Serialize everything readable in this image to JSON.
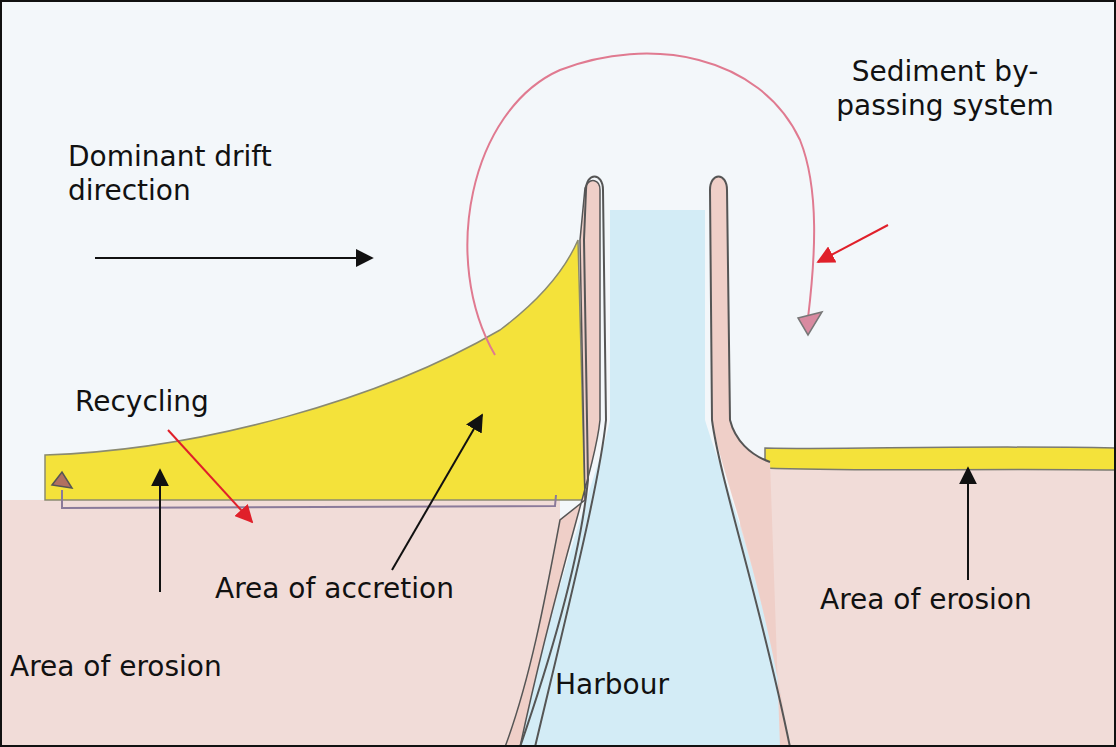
{
  "diagram": {
    "labels": [
      "Sediment by-passing system",
      "Dominant drift direction",
      "Recycling",
      "Area of accretion",
      "Area of erosion",
      "Harbour",
      "Area of erosion"
    ]
  }
}
